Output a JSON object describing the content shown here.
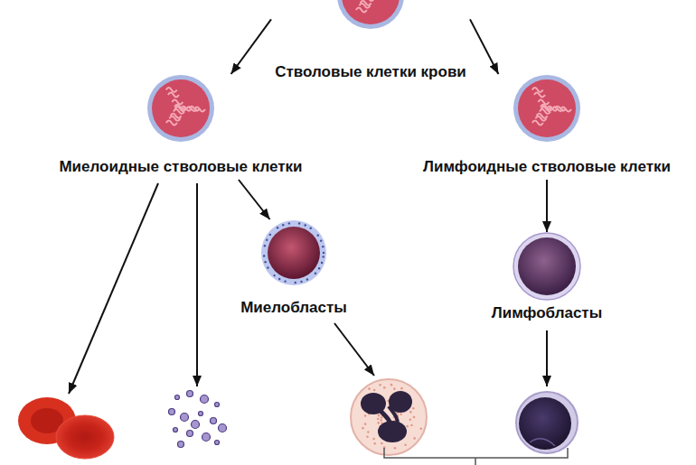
{
  "diagram": {
    "nodes": [
      {
        "text": [
          "Стволовые клетки крови"
        ]
      },
      {
        "text": [
          "Миелоидные стволовые клетки"
        ]
      },
      {
        "text": [
          "Лимфоидные стволовые клетки"
        ]
      },
      {
        "text": [
          "Миелобласты"
        ]
      },
      {
        "text": [
          "Лимфобласты"
        ]
      }
    ],
    "edges": [
      {
        "from": 0,
        "to": 1,
        "arrow": "to"
      },
      {
        "from": 0,
        "to": 2,
        "arrow": "to"
      },
      {
        "from": 1,
        "to": 3,
        "arrow": "to"
      },
      {
        "from": 2,
        "to": 4,
        "arrow": "to"
      }
    ]
  }
}
